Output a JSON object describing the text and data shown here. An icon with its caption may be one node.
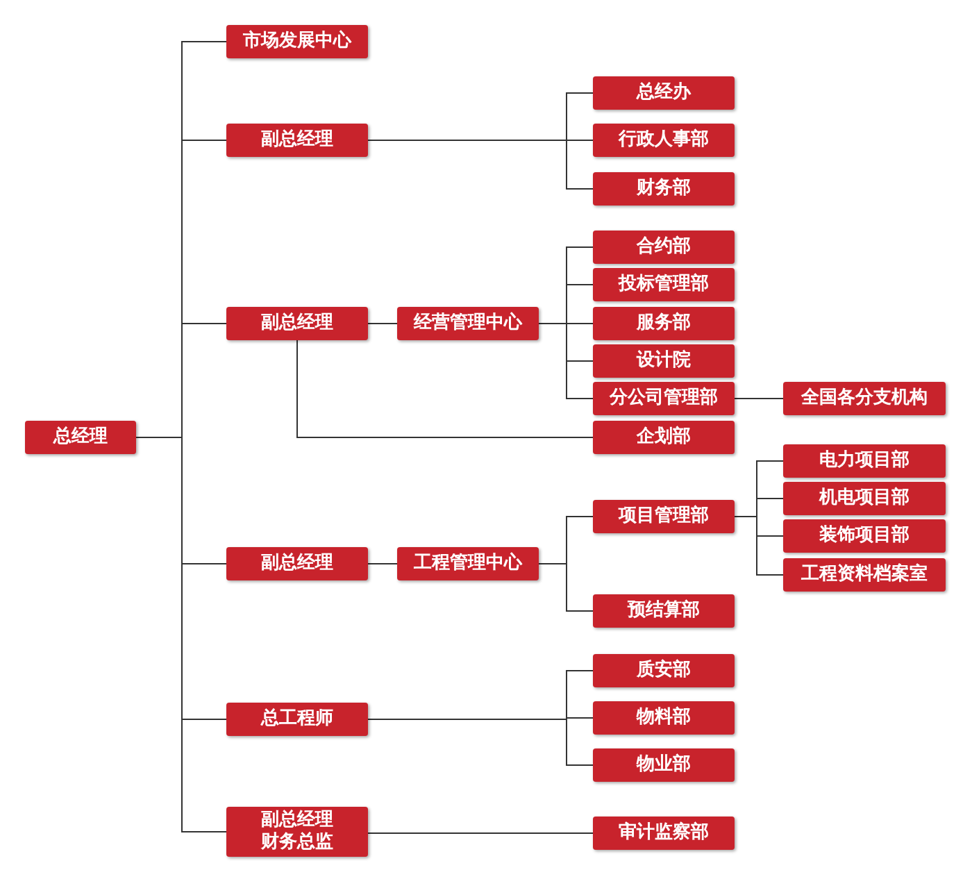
{
  "diagram": {
    "nodes": [
      {
        "text": [
          "总经理"
        ]
      },
      {
        "text": [
          "市场发展中心"
        ]
      },
      {
        "text": [
          "副总经理"
        ]
      },
      {
        "text": [
          "总经办"
        ]
      },
      {
        "text": [
          "行政人事部"
        ]
      },
      {
        "text": [
          "财务部"
        ]
      },
      {
        "text": [
          "副总经理"
        ]
      },
      {
        "text": [
          "经营管理中心"
        ]
      },
      {
        "text": [
          "合约部"
        ]
      },
      {
        "text": [
          "投标管理部"
        ]
      },
      {
        "text": [
          "服务部"
        ]
      },
      {
        "text": [
          "设计院"
        ]
      },
      {
        "text": [
          "分公司管理部"
        ]
      },
      {
        "text": [
          "全国各分支机构"
        ]
      },
      {
        "text": [
          "企划部"
        ]
      },
      {
        "text": [
          "副总经理"
        ]
      },
      {
        "text": [
          "工程管理中心"
        ]
      },
      {
        "text": [
          "项目管理部"
        ]
      },
      {
        "text": [
          "电力项目部"
        ]
      },
      {
        "text": [
          "机电项目部"
        ]
      },
      {
        "text": [
          "装饰项目部"
        ]
      },
      {
        "text": [
          "工程资料档案室"
        ]
      },
      {
        "text": [
          "预结算部"
        ]
      },
      {
        "text": [
          "总工程师"
        ]
      },
      {
        "text": [
          "质安部"
        ]
      },
      {
        "text": [
          "物料部"
        ]
      },
      {
        "text": [
          "物业部"
        ]
      },
      {
        "text": [
          "副总经理",
          "财务总监"
        ]
      },
      {
        "text": [
          "审计监察部"
        ]
      }
    ],
    "edges": [
      {
        "from": 0,
        "to": 1,
        "arrow": "none"
      },
      {
        "from": 0,
        "to": 2,
        "arrow": "none"
      },
      {
        "from": 0,
        "to": 6,
        "arrow": "none"
      },
      {
        "from": 0,
        "to": 15,
        "arrow": "none"
      },
      {
        "from": 0,
        "to": 23,
        "arrow": "none"
      },
      {
        "from": 0,
        "to": 27,
        "arrow": "none"
      },
      {
        "from": 2,
        "to": 3,
        "arrow": "none"
      },
      {
        "from": 2,
        "to": 4,
        "arrow": "none"
      },
      {
        "from": 2,
        "to": 5,
        "arrow": "none"
      },
      {
        "from": 6,
        "to": 7,
        "arrow": "none"
      },
      {
        "from": 7,
        "to": 8,
        "arrow": "none"
      },
      {
        "from": 7,
        "to": 9,
        "arrow": "none"
      },
      {
        "from": 7,
        "to": 10,
        "arrow": "none"
      },
      {
        "from": 7,
        "to": 11,
        "arrow": "none"
      },
      {
        "from": 7,
        "to": 12,
        "arrow": "none"
      },
      {
        "from": 12,
        "to": 13,
        "arrow": "none"
      },
      {
        "from": 6,
        "to": 14,
        "arrow": "none"
      },
      {
        "from": 15,
        "to": 16,
        "arrow": "none"
      },
      {
        "from": 16,
        "to": 17,
        "arrow": "none"
      },
      {
        "from": 16,
        "to": 22,
        "arrow": "none"
      },
      {
        "from": 17,
        "to": 18,
        "arrow": "none"
      },
      {
        "from": 17,
        "to": 19,
        "arrow": "none"
      },
      {
        "from": 17,
        "to": 20,
        "arrow": "none"
      },
      {
        "from": 17,
        "to": 21,
        "arrow": "none"
      },
      {
        "from": 23,
        "to": 24,
        "arrow": "none"
      },
      {
        "from": 23,
        "to": 25,
        "arrow": "none"
      },
      {
        "from": 23,
        "to": 26,
        "arrow": "none"
      },
      {
        "from": 27,
        "to": 28,
        "arrow": "none"
      }
    ]
  }
}
